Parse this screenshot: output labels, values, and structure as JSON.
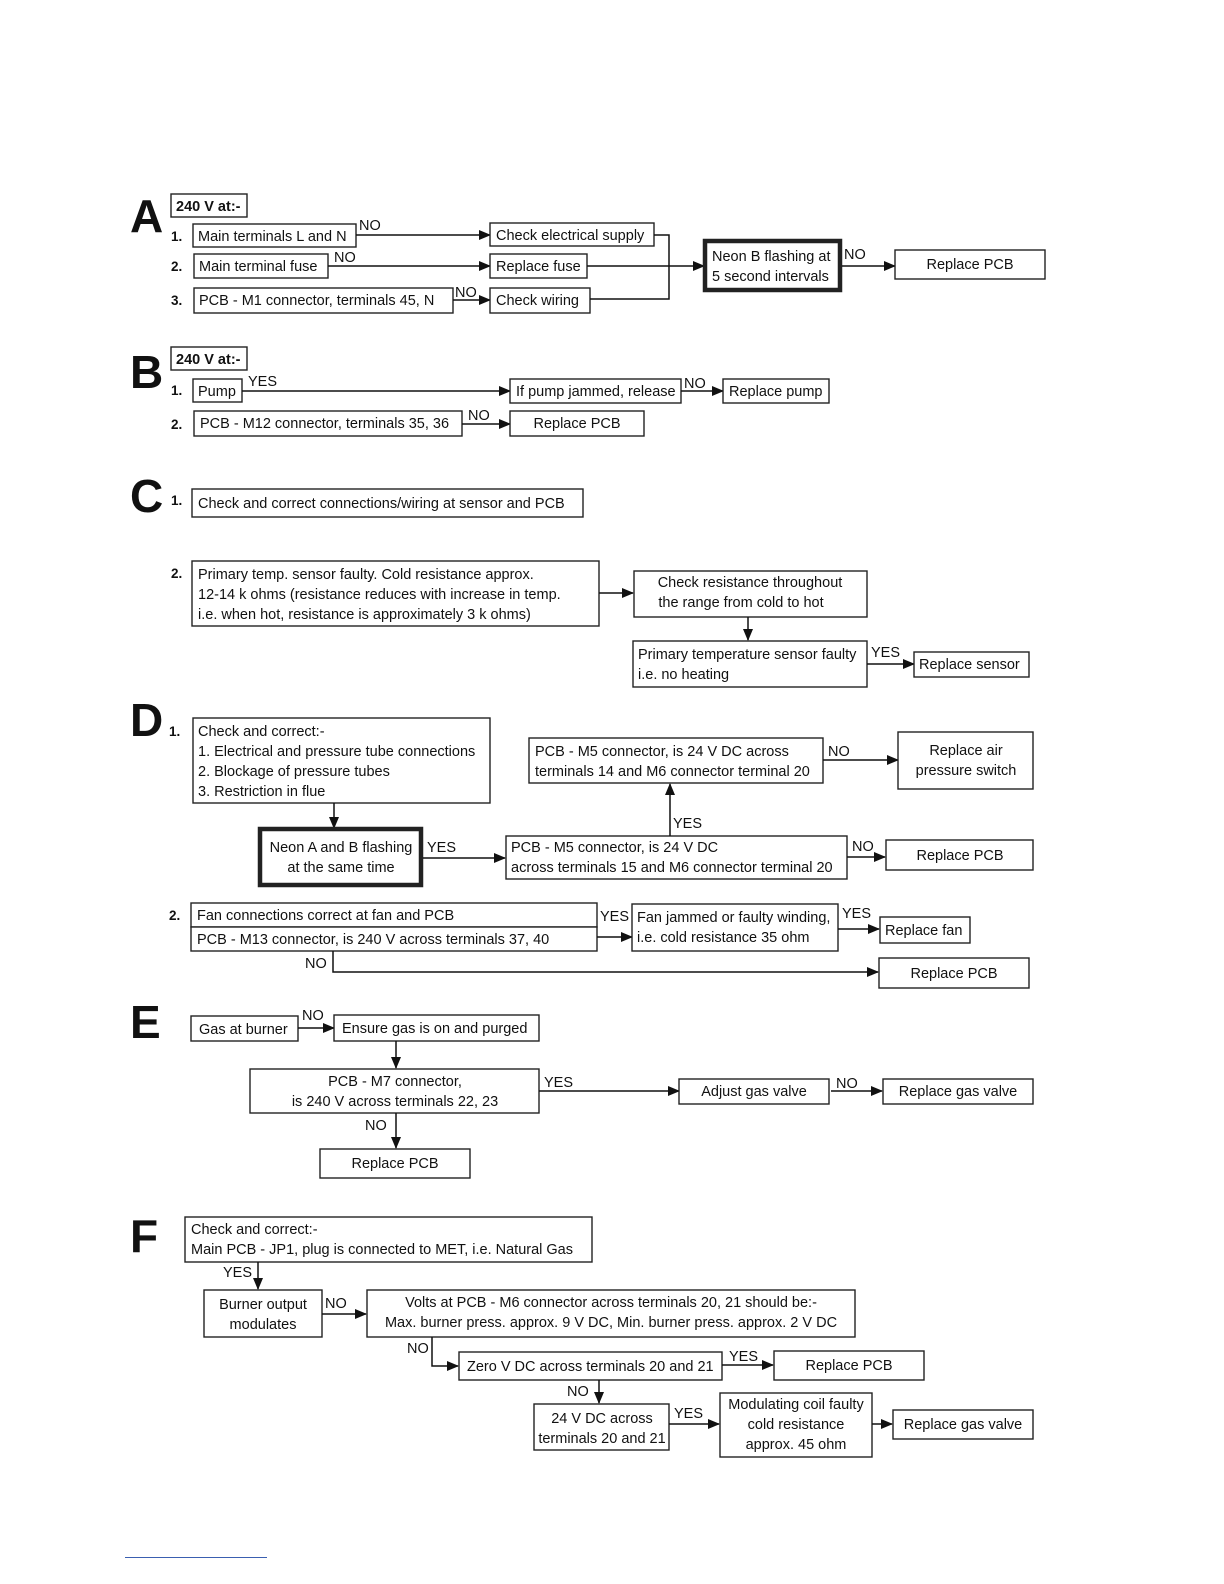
{
  "sections": {
    "A": {
      "letter": "A",
      "header": "240 V at:-",
      "items": [
        {
          "num": "1.",
          "text": "Main terminals L and N",
          "no": "NO",
          "action": "Check electrical supply"
        },
        {
          "num": "2.",
          "text": "Main terminal fuse",
          "no": "NO",
          "action": "Replace fuse"
        },
        {
          "num": "3.",
          "text": "PCB - M1 connector, terminals 45, N",
          "no": "NO",
          "action": "Check wiring"
        }
      ],
      "neon": [
        "Neon B flashing at",
        "5 second intervals"
      ],
      "neon_no": "NO",
      "replace": "Replace PCB"
    },
    "B": {
      "letter": "B",
      "header": "240 V at:-",
      "item1": {
        "num": "1.",
        "text": "Pump",
        "yes": "YES",
        "action": "If pump jammed, release",
        "no": "NO",
        "result": "Replace pump"
      },
      "item2": {
        "num": "2.",
        "text": "PCB - M12 connector, terminals 35, 36",
        "no": "NO",
        "result": "Replace PCB"
      }
    },
    "C": {
      "letter": "C",
      "item1": {
        "num": "1.",
        "text": "Check and correct connections/wiring at sensor and PCB"
      },
      "item2": {
        "num": "2.",
        "lines": [
          "Primary temp. sensor faulty. Cold resistance approx.",
          "12-14 k ohms (resistance reduces with increase in temp.",
          "i.e. when hot, resistance is approximately 3 k ohms)"
        ],
        "check": [
          "Check resistance throughout",
          "the range from cold to hot"
        ],
        "faulty": [
          "Primary temperature sensor faulty",
          "i.e. no heating"
        ],
        "yes": "YES",
        "result": "Replace sensor"
      }
    },
    "D": {
      "letter": "D",
      "item1": {
        "num": "1.",
        "lines": [
          "Check and correct:-",
          "1. Electrical and pressure tube connections",
          "2. Blockage of pressure tubes",
          "3. Restriction in flue"
        ],
        "neon": [
          "Neon A and B flashing",
          "at the same time"
        ],
        "neon_yes": "YES",
        "m5a": [
          "PCB - M5 connector, is 24 V DC",
          "across terminals 15 and M6 connector terminal 20"
        ],
        "m5a_yes": "YES",
        "m5a_no": "NO",
        "m5a_result": "Replace PCB",
        "m5b": [
          "PCB - M5 connector, is 24 V DC across",
          "terminals 14 and M6 connector terminal 20"
        ],
        "m5b_no": "NO",
        "m5b_result": [
          "Replace air",
          "pressure switch"
        ]
      },
      "item2": {
        "num": "2.",
        "row1": "Fan connections correct at fan and PCB",
        "row2": "PCB - M13 connector, is 240 V across terminals 37, 40",
        "yes": "YES",
        "fan": [
          "Fan jammed or faulty winding,",
          "i.e. cold resistance 35 ohm"
        ],
        "fan_yes": "YES",
        "fan_result": "Replace fan",
        "no": "NO",
        "no_result": "Replace PCB"
      }
    },
    "E": {
      "letter": "E",
      "gas": "Gas at burner",
      "no1": "NO",
      "ensure": "Ensure gas is on and purged",
      "m7": [
        "PCB - M7 connector,",
        "is 240 V across terminals 22, 23"
      ],
      "yes": "YES",
      "adjust": "Adjust gas valve",
      "no2": "NO",
      "replace_valve": "Replace gas valve",
      "no3": "NO",
      "replace_pcb": "Replace PCB"
    },
    "F": {
      "letter": "F",
      "check": [
        "Check and correct:-",
        "Main PCB - JP1, plug is connected to MET, i.e. Natural Gas"
      ],
      "yes1": "YES",
      "burner": [
        "Burner output",
        "modulates"
      ],
      "no1": "NO",
      "volts": [
        "Volts at PCB - M6 connector across terminals 20, 21 should be:-",
        "Max. burner press. approx. 9 V DC, Min. burner press. approx. 2 V DC"
      ],
      "no2": "NO",
      "zero": "Zero V DC across terminals 20 and 21",
      "yes2": "YES",
      "replace_pcb": "Replace PCB",
      "no3": "NO",
      "v24": [
        "24 V DC across",
        "terminals 20 and 21"
      ],
      "yes3": "YES",
      "coil": [
        "Modulating coil faulty",
        "cold resistance",
        "approx. 45 ohm"
      ],
      "replace_valve": "Replace gas valve"
    }
  }
}
